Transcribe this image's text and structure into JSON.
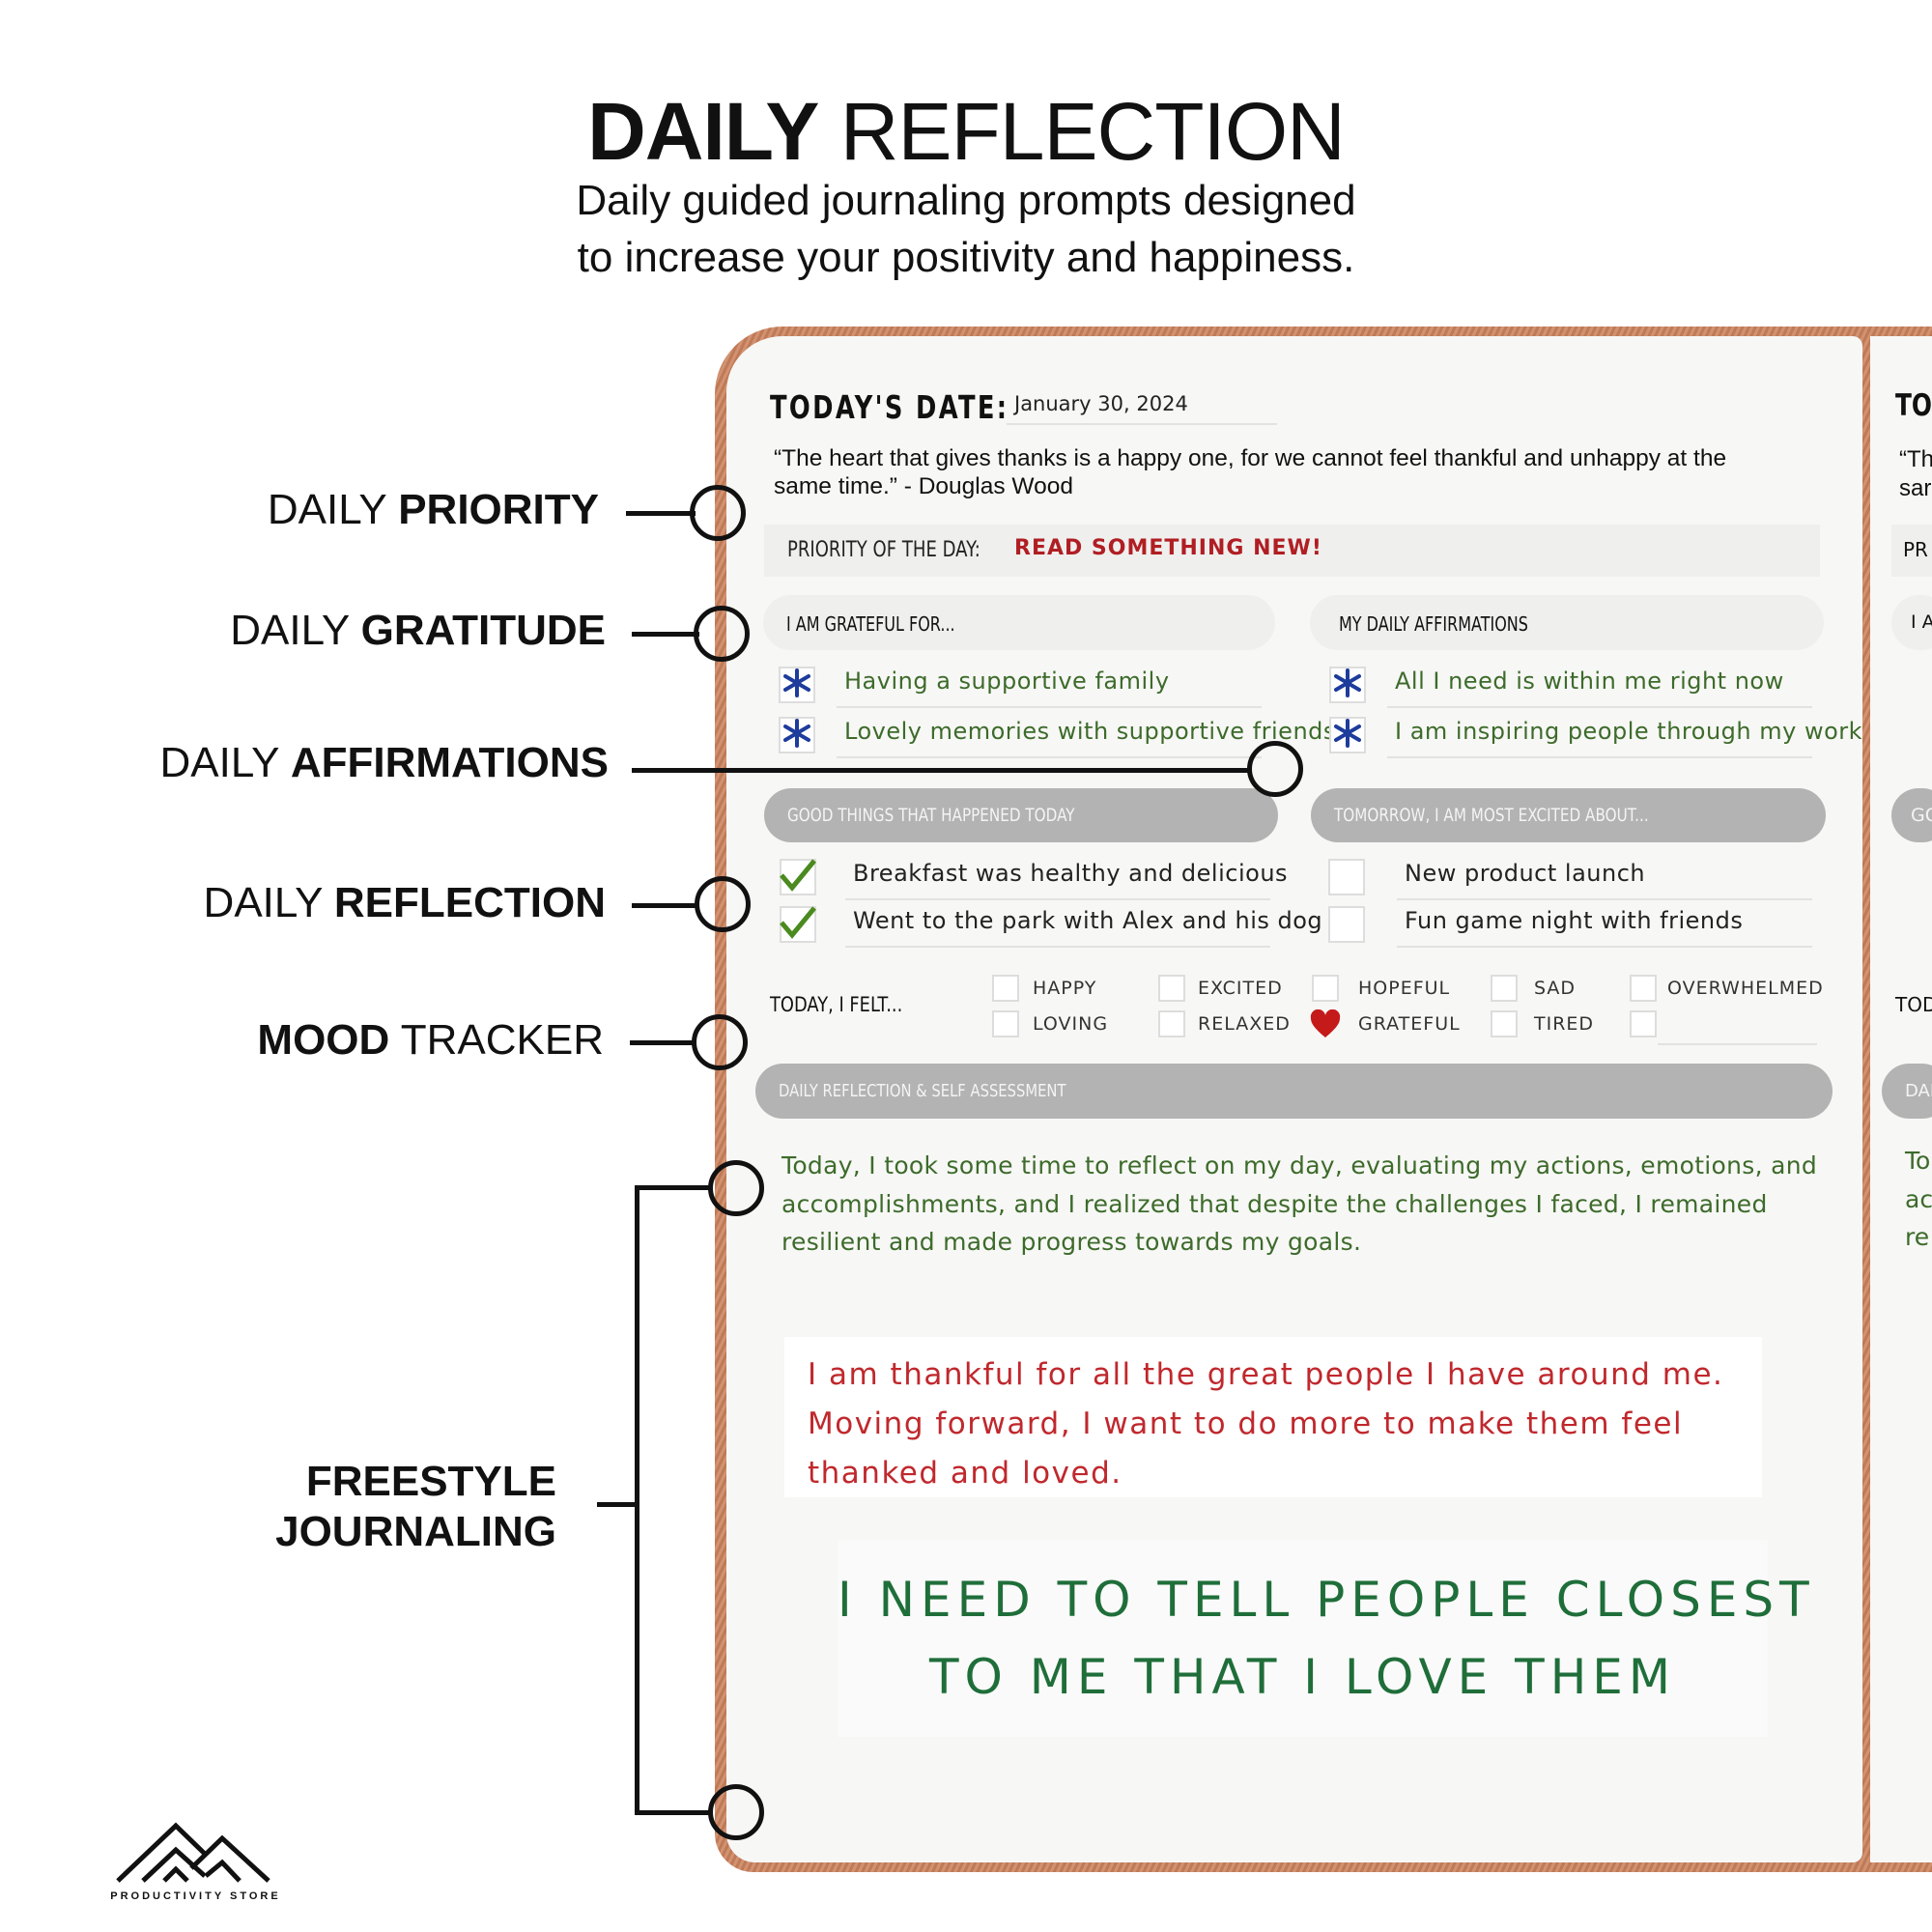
{
  "header": {
    "title_bold": "DAILY",
    "title_rest": "REFLECTION",
    "subtitle_line1": "Daily guided journaling prompts designed",
    "subtitle_line2": "to increase your positivity and happiness."
  },
  "callouts": [
    {
      "bold": "PRIORITY",
      "pre": "DAILY ",
      "post": ""
    },
    {
      "bold": "GRATITUDE",
      "pre": "DAILY ",
      "post": ""
    },
    {
      "bold": "AFFIRMATIONS",
      "pre": "DAILY ",
      "post": ""
    },
    {
      "bold": "REFLECTION",
      "pre": "DAILY ",
      "post": ""
    },
    {
      "bold": "MOOD",
      "pre": "",
      "post": " TRACKER"
    },
    {
      "bold": "FREESTYLE",
      "line2": "JOURNALING"
    }
  ],
  "journal": {
    "date_label": "TODAY'S DATE:",
    "date_value": "January 30, 2024",
    "quote_line1": "“The heart that gives thanks is a happy one, for we cannot feel thankful and unhappy at the",
    "quote_line2": "same time.” - Douglas Wood",
    "priority_label": "PRIORITY OF THE DAY:",
    "priority_value": "READ SOMETHING NEW!",
    "grateful_header": "I AM GRATEFUL FOR...",
    "grateful": [
      "Having a supportive family",
      "Lovely memories with supportive friends"
    ],
    "affirm_header": "MY DAILY AFFIRMATIONS",
    "affirmations": [
      "All I need is within me right now",
      "I am inspiring people through my work"
    ],
    "good_header": "GOOD THINGS THAT HAPPENED TODAY",
    "good": [
      "Breakfast was healthy and delicious",
      "Went to the park with Alex and his dog"
    ],
    "tomorrow_header": "TOMORROW, I AM MOST EXCITED ABOUT...",
    "tomorrow": [
      "New product launch",
      "Fun game night with friends"
    ],
    "mood_label": "TODAY, I FELT...",
    "moods": [
      [
        "HAPPY",
        "LOVING"
      ],
      [
        "EXCITED",
        "RELAXED"
      ],
      [
        "HOPEFUL",
        "GRATEFUL"
      ],
      [
        "SAD",
        "TIRED"
      ],
      [
        "OVERWHELMED",
        ""
      ]
    ],
    "mood_selected": "GRATEFUL",
    "reflection_header": "DAILY REFLECTION & SELF ASSESSMENT",
    "reflection_lines": [
      "Today, I took some time to reflect on my day, evaluating my actions, emotions, and",
      "accomplishments, and I realized that despite the challenges I faced, I remained",
      "resilient and made progress towards my goals."
    ],
    "free_red": [
      "I am thankful for all the great people I have around me.",
      "Moving forward, I want to do more to make them feel",
      "thanked and loved."
    ],
    "free_green": [
      "I NEED TO TELL PEOPLE CLOSEST",
      "TO ME THAT I LOVE THEM"
    ]
  },
  "next_page": {
    "date": "TO",
    "quote1": "“Th",
    "quote2": "sar",
    "priority": "PR",
    "grateful": "I A",
    "good": "GO",
    "mood": "TOD",
    "reflect": "DAI",
    "p1": "To",
    "p2": "ac",
    "p3": "re"
  },
  "logo": {
    "text": "PRODUCTIVITY STORE"
  },
  "colors": {
    "accent_red": "#b01e23",
    "hand_green": "#3d6b2b",
    "star_blue": "#1d3c9c",
    "check_green": "#4a8a1e",
    "cover": "#c98561"
  }
}
